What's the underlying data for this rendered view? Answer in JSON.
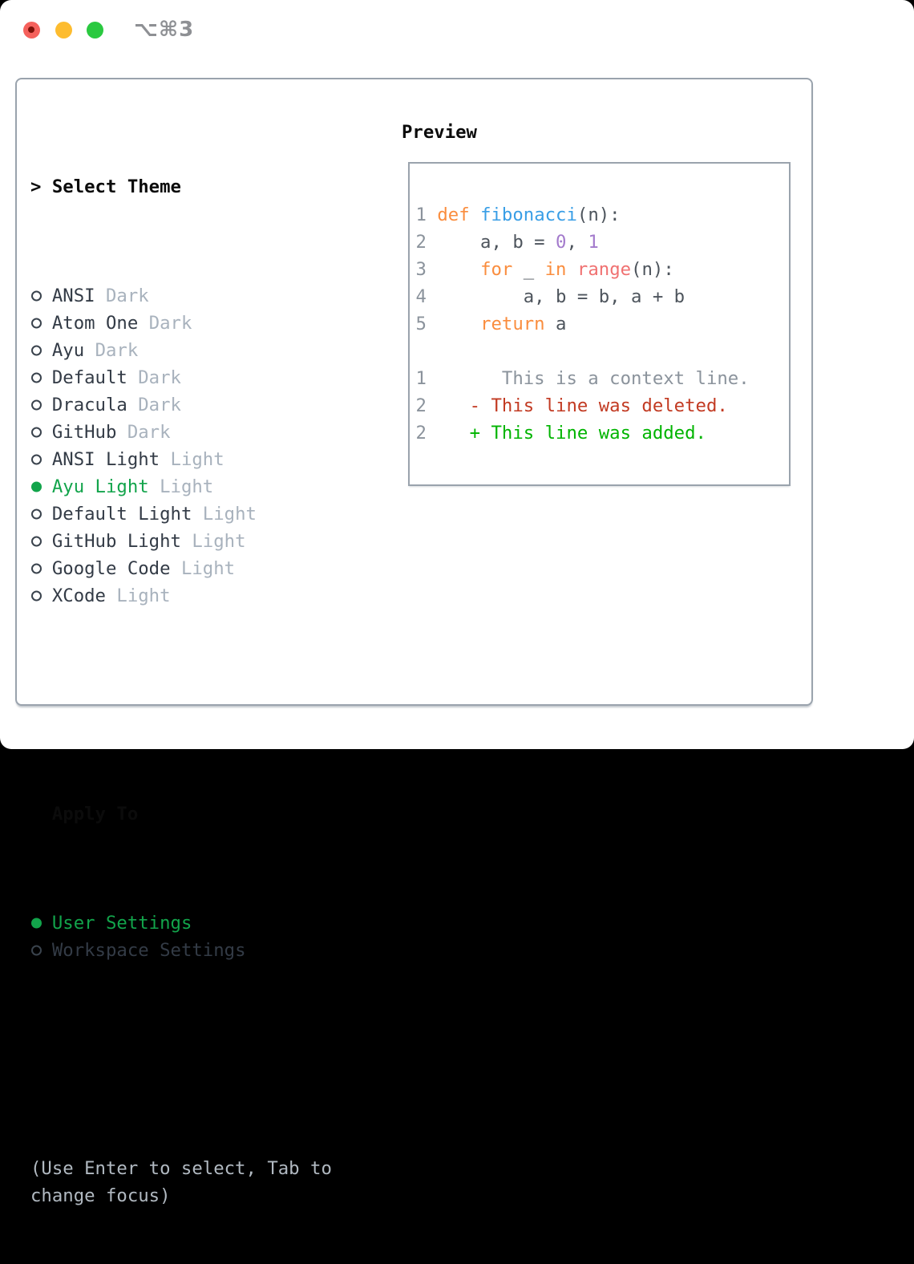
{
  "window": {
    "title": "⌥⌘3",
    "traffic_lights": {
      "close": "red-circle-with-dark-dot",
      "minimize": "yellow-circle",
      "zoom": "green-circle"
    }
  },
  "sidebar": {
    "select_header": {
      "prefix": ">",
      "label": "Select Theme"
    },
    "themes": [
      {
        "name": "ANSI",
        "variant": "Dark",
        "selected": false
      },
      {
        "name": "Atom One",
        "variant": "Dark",
        "selected": false
      },
      {
        "name": "Ayu",
        "variant": "Dark",
        "selected": false
      },
      {
        "name": "Default",
        "variant": "Dark",
        "selected": false
      },
      {
        "name": "Dracula",
        "variant": "Dark",
        "selected": false
      },
      {
        "name": "GitHub",
        "variant": "Dark",
        "selected": false
      },
      {
        "name": "ANSI Light",
        "variant": "Light",
        "selected": false
      },
      {
        "name": "Ayu Light",
        "variant": "Light",
        "selected": true
      },
      {
        "name": "Default Light",
        "variant": "Light",
        "selected": false
      },
      {
        "name": "GitHub Light",
        "variant": "Light",
        "selected": false
      },
      {
        "name": "Google Code",
        "variant": "Light",
        "selected": false
      },
      {
        "name": "XCode",
        "variant": "Light",
        "selected": false
      }
    ],
    "apply_header": "Apply To",
    "targets": [
      {
        "name": "User Settings",
        "selected": true
      },
      {
        "name": "Workspace Settings",
        "selected": false
      }
    ],
    "help_lines": [
      "(Use Enter to select, Tab to",
      "change focus)"
    ]
  },
  "preview": {
    "title": "Preview",
    "lines": [
      [
        [
          "ln",
          "1 "
        ],
        [
          "kw",
          "def"
        ],
        [
          "txt",
          " "
        ],
        [
          "fn",
          "fibonacci"
        ],
        [
          "txt",
          "(n):"
        ]
      ],
      [
        [
          "ln",
          "2 "
        ],
        [
          "txt",
          "    a, b = "
        ],
        [
          "num",
          "0"
        ],
        [
          "txt",
          ", "
        ],
        [
          "num",
          "1"
        ]
      ],
      [
        [
          "ln",
          "3 "
        ],
        [
          "txt",
          "    "
        ],
        [
          "kw",
          "for"
        ],
        [
          "txt",
          " _ "
        ],
        [
          "kw",
          "in"
        ],
        [
          "txt",
          " "
        ],
        [
          "call",
          "range"
        ],
        [
          "txt",
          "(n):"
        ]
      ],
      [
        [
          "ln",
          "4 "
        ],
        [
          "txt",
          "        a, b = b, a + b"
        ]
      ],
      [
        [
          "ln",
          "5 "
        ],
        [
          "txt",
          "    "
        ],
        [
          "kw",
          "return"
        ],
        [
          "txt",
          " a"
        ]
      ],
      [],
      [
        [
          "ln",
          "1"
        ],
        [
          "ctx",
          "       This is a context line."
        ]
      ],
      [
        [
          "ln",
          "2"
        ],
        [
          "del",
          "    - This line was deleted."
        ]
      ],
      [
        [
          "ln",
          "2"
        ],
        [
          "add",
          "    + This line was added."
        ]
      ]
    ]
  },
  "colors": {
    "selected_green": "#12a44b",
    "diff_added_green": "#00b400",
    "diff_deleted_red": "#c23a22",
    "keyword_orange": "#fa8d3e",
    "function_blue": "#399ee6",
    "call_coral": "#f07171",
    "number_purple": "#a37acc",
    "muted_gray": "#a8b2bd",
    "line_number_gray": "#8b939c",
    "panel_border": "#9aa3ad",
    "traffic_red": "#f5615c",
    "traffic_yellow": "#fdbc2f",
    "traffic_green": "#2ac940"
  }
}
